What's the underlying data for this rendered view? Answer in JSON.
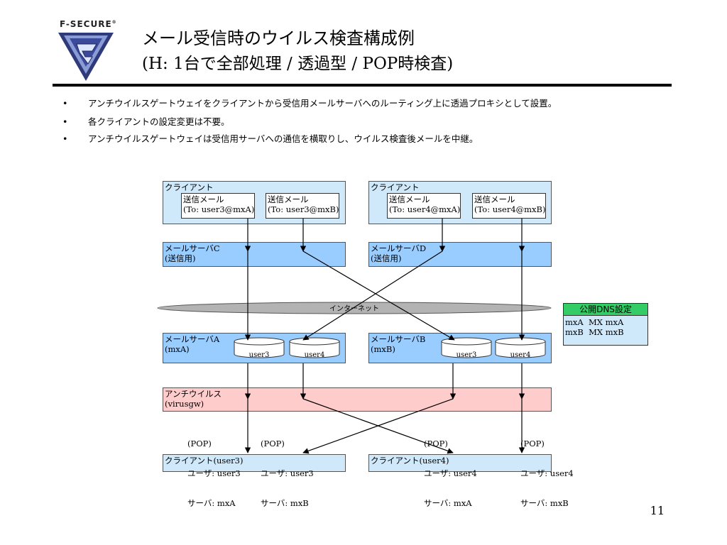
{
  "header": {
    "logo_text": "F-SECURE",
    "logo_mark": "®",
    "title_line1": "メール受信時のウイルス検査構成例",
    "title_line2": "(H: 1台で全部処理 / 透過型 / POP時検査)"
  },
  "bullets": [
    {
      "marker": "•",
      "text": "アンチウイルスゲートウェイをクライアントから受信用メールサーバへのルーティング上に透過プロキシとして設置。"
    },
    {
      "marker": "•",
      "text": "各クライアントの設定変更は不要。"
    },
    {
      "marker": "•",
      "text": "アンチウイルスゲートウェイは受信用サーバへの通信を横取りし、ウイルス検査後メールを中継。"
    }
  ],
  "diagram": {
    "client_left": {
      "label": "クライアント",
      "mails": [
        {
          "line1": "送信メール",
          "line2": "(To: user3@mxA)"
        },
        {
          "line1": "送信メール",
          "line2": "(To: user3@mxB)"
        }
      ]
    },
    "client_right": {
      "label": "クライアント",
      "mails": [
        {
          "line1": "送信メール",
          "line2": "(To: user4@mxA)"
        },
        {
          "line1": "送信メール",
          "line2": "(To: user4@mxB)"
        }
      ]
    },
    "server_c": {
      "line1": "メールサーバC",
      "line2": "(送信用)"
    },
    "server_d": {
      "line1": "メールサーバD",
      "line2": "(送信用)"
    },
    "internet_label": "インターネット",
    "dns": {
      "title": "公開DNS設定",
      "records": [
        "mxA  MX mxA",
        "mxB  MX mxB"
      ]
    },
    "server_a": {
      "line1": "メールサーバA",
      "line2": "(mxA)",
      "db1": "user3",
      "db2": "user4"
    },
    "server_b": {
      "line1": "メールサーバB",
      "line2": "(mxB)",
      "db1": "user3",
      "db2": "user4"
    },
    "antivirus": {
      "line1": "アンチウイルス",
      "line2": "(virusgw)"
    },
    "pop_blocks": [
      {
        "l1": "(POP)",
        "l2": "ユーザ: user3",
        "l3": "サーバ: mxA"
      },
      {
        "l1": "(POP)",
        "l2": "ユーザ: user3",
        "l3": "サーバ: mxB"
      },
      {
        "l1": "(POP)",
        "l2": "ユーザ: user4",
        "l3": "サーバ: mxA"
      },
      {
        "l1": "(POP)",
        "l2": "ユーザ: user4",
        "l3": "サーバ: mxB"
      }
    ],
    "client_user3": "クライアント(user3)",
    "client_user4": "クライアント(user4)"
  },
  "page_number": "11",
  "colors": {
    "client_fill": "#cfe9fb",
    "server_fill": "#99ccff",
    "antivirus_fill": "#ffcccc",
    "dns_header_fill": "#33cc66",
    "internet_fill": "#b3b3b3"
  },
  "icons": {
    "logo": "f-secure-shield-icon"
  }
}
